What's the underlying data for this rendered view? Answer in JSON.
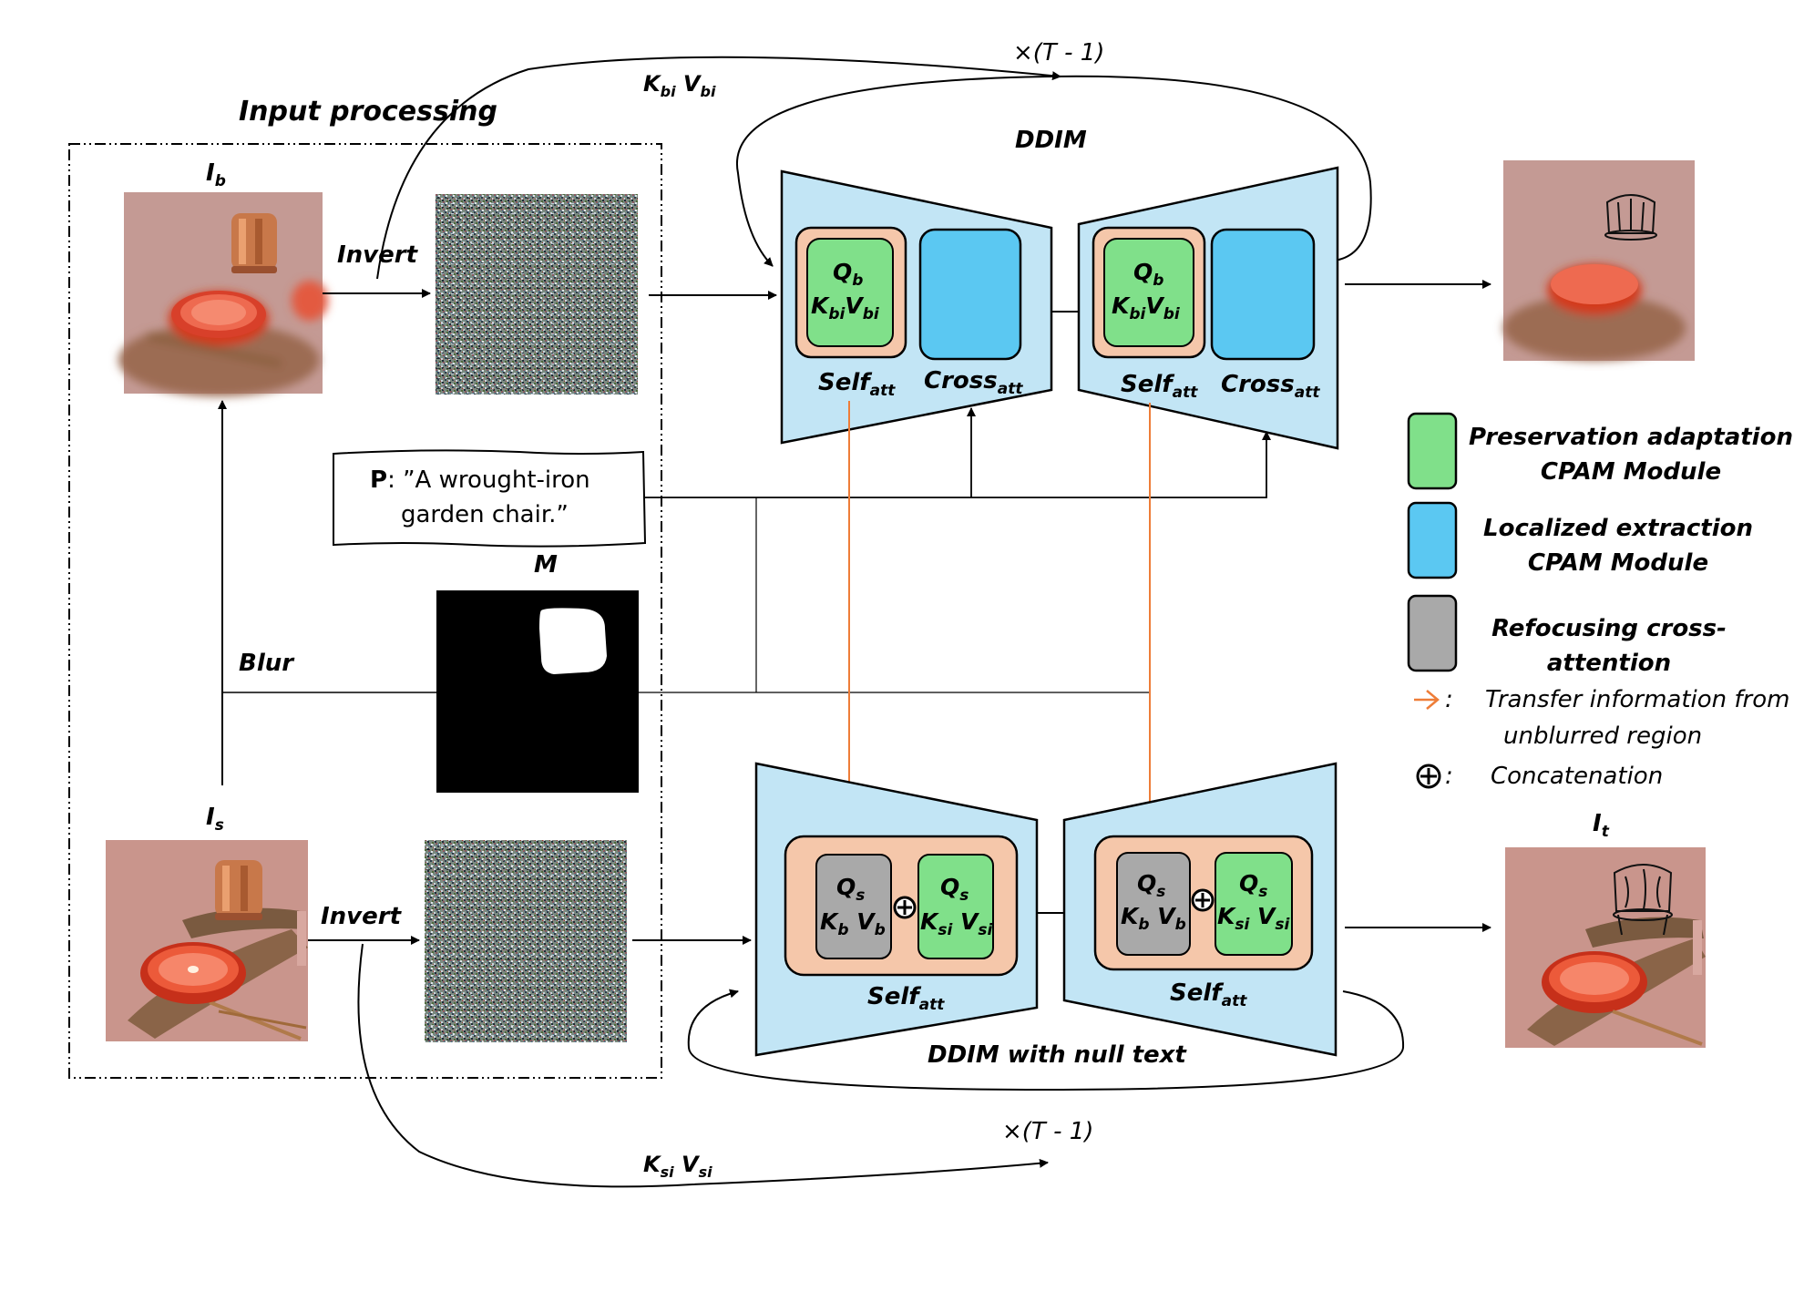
{
  "title": "Input processing",
  "labels": {
    "I_b": "I",
    "I_b_sub": "b",
    "I_s": "I",
    "I_s_sub": "s",
    "I_t": "I",
    "I_t_sub": "t",
    "M": "M",
    "invert_top": "Invert",
    "invert_bottom": "Invert",
    "blur": "Blur",
    "ddim_top": "DDIM",
    "ddim_bottom": "DDIM with null text",
    "repeat_top": "×(T - 1)",
    "repeat_bottom": "×(T - 1)",
    "kv_bi": "K",
    "kv_bi_sub": "bi",
    "kv_bi_v": "V",
    "kv_bi_vsub": "bi",
    "kv_si": "K",
    "kv_si_sub": "si",
    "kv_si_v": "V",
    "kv_si_vsub": "si"
  },
  "prompt": {
    "prefix": "P",
    "line1": ": ”A wrought-iron",
    "line2": "garden chair.”"
  },
  "modules": {
    "q_b": "Q",
    "q_b_sub": "b",
    "k_bi": "K",
    "k_bi_sub": "bi",
    "v_bi": "V",
    "v_bi_sub": "bi",
    "q_s": "Q",
    "q_s_sub": "s",
    "k_b": "K",
    "k_b_sub": "b",
    "v_b": "V",
    "v_b_sub": "b",
    "k_si": "K",
    "k_si_sub": "si",
    "v_si": "V",
    "v_si_sub": "si",
    "self": "Self",
    "self_sub": "att",
    "cross": "Cross",
    "cross_sub": "att"
  },
  "legend": {
    "green_line1": "Preservation adaptation",
    "green_line2": "CPAM Module",
    "blue_line1": "Localized extraction",
    "blue_line2": "CPAM Module",
    "gray_line1": "Refocusing cross-",
    "gray_line2": "attention",
    "arrow_line1": "Transfer information from",
    "arrow_line2": "unblurred region",
    "concat": "Concatenation",
    "colon": ":"
  },
  "colors": {
    "green": "#80e08a",
    "blue": "#5bc8f2",
    "light_blue": "#c2e5f5",
    "peach": "#f5c7aa",
    "gray": "#a9a9a9",
    "orange": "#ee7d38"
  }
}
